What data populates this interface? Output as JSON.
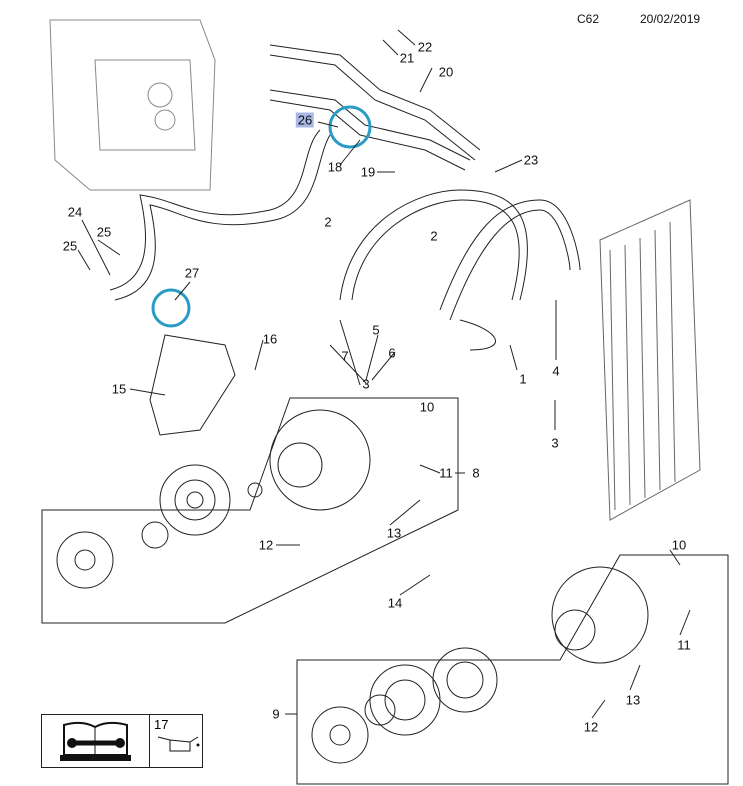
{
  "header": {
    "code": "C62",
    "date": "20/02/2019"
  },
  "highlight_color": "#a9b8e6",
  "circle_color": "#2a9bc4",
  "callouts": [
    "22",
    "21",
    "20",
    "26",
    "18",
    "19",
    "23",
    "24",
    "25",
    "25",
    "27",
    "2",
    "2",
    "5",
    "6",
    "7",
    "3",
    "1",
    "4",
    "3",
    "16",
    "15",
    "10",
    "11",
    "8",
    "13",
    "12",
    "14",
    "10",
    "11",
    "13",
    "12",
    "9"
  ],
  "legend": {
    "icon_left": "repair-manual-icon",
    "number": "17",
    "icon_right": "oil-can-icon"
  }
}
